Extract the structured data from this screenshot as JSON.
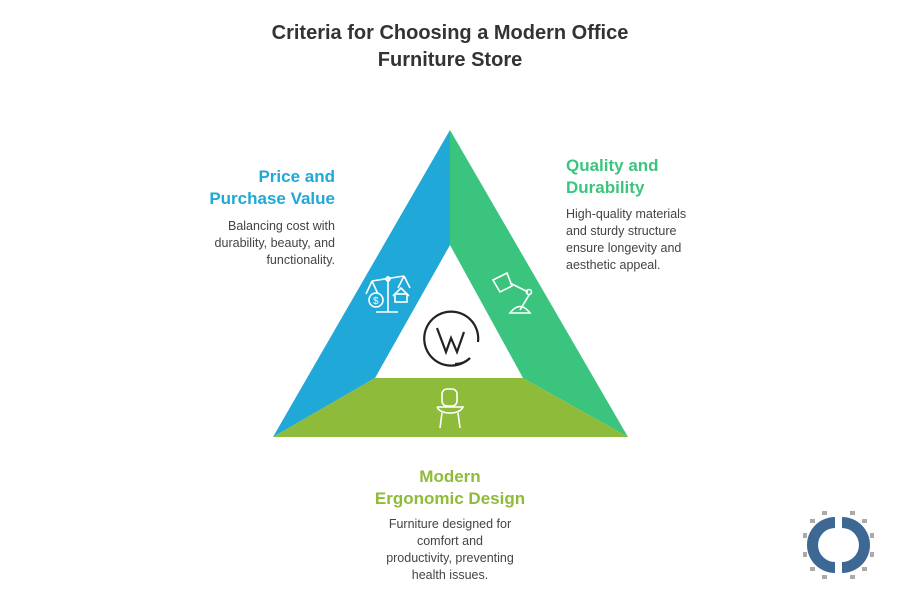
{
  "title_line1": "Criteria for Choosing a Modern Office",
  "title_line2": "Furniture Store",
  "colors": {
    "price": "#1fa8d8",
    "quality": "#3bc47e",
    "design": "#8fbb3a",
    "title": "#333333",
    "logo": "#3d6894"
  },
  "sections": {
    "price": {
      "heading_1": "Price and",
      "heading_2": "Purchase Value",
      "desc_1": "Balancing cost with",
      "desc_2": "durability, beauty, and",
      "desc_3": "functionality.",
      "icon": "scale-icon"
    },
    "quality": {
      "heading_1": "Quality and",
      "heading_2": "Durability",
      "desc_1": "High-quality materials",
      "desc_2": "and sturdy structure",
      "desc_3": "ensure longevity and",
      "desc_4": "aesthetic appeal.",
      "icon": "desk-lamp-icon"
    },
    "design": {
      "heading_1": "Modern",
      "heading_2": "Ergonomic Design",
      "desc_1": "Furniture designed for",
      "desc_2": "comfort and",
      "desc_3": "productivity, preventing",
      "desc_4": "health issues.",
      "icon": "chair-icon"
    }
  },
  "center_icon": "workplace-logo-icon"
}
